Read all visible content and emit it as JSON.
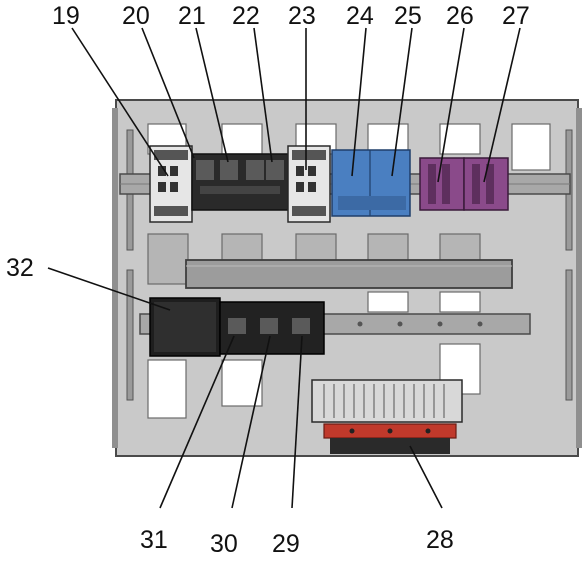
{
  "figure": {
    "subject": "electrical-mounting-plate-assembly",
    "colors": {
      "plate": "#c9c9c9",
      "plate_edge": "#5a5a5a",
      "din_rail": "#9a9a9a",
      "blue_module": "#4a7fc1",
      "purple_fuse": "#8a4a8a",
      "heatsink": "#d8d8d8",
      "red_part": "#c0392b",
      "dark_component": "#2a2a2a"
    },
    "callouts": [
      {
        "id": "c19",
        "label": "19"
      },
      {
        "id": "c20",
        "label": "20"
      },
      {
        "id": "c21",
        "label": "21"
      },
      {
        "id": "c22",
        "label": "22"
      },
      {
        "id": "c23",
        "label": "23"
      },
      {
        "id": "c24",
        "label": "24"
      },
      {
        "id": "c25",
        "label": "25"
      },
      {
        "id": "c26",
        "label": "26"
      },
      {
        "id": "c27",
        "label": "27"
      },
      {
        "id": "c28",
        "label": "28"
      },
      {
        "id": "c29",
        "label": "29"
      },
      {
        "id": "c30",
        "label": "30"
      },
      {
        "id": "c31",
        "label": "31"
      },
      {
        "id": "c32",
        "label": "32"
      }
    ]
  }
}
